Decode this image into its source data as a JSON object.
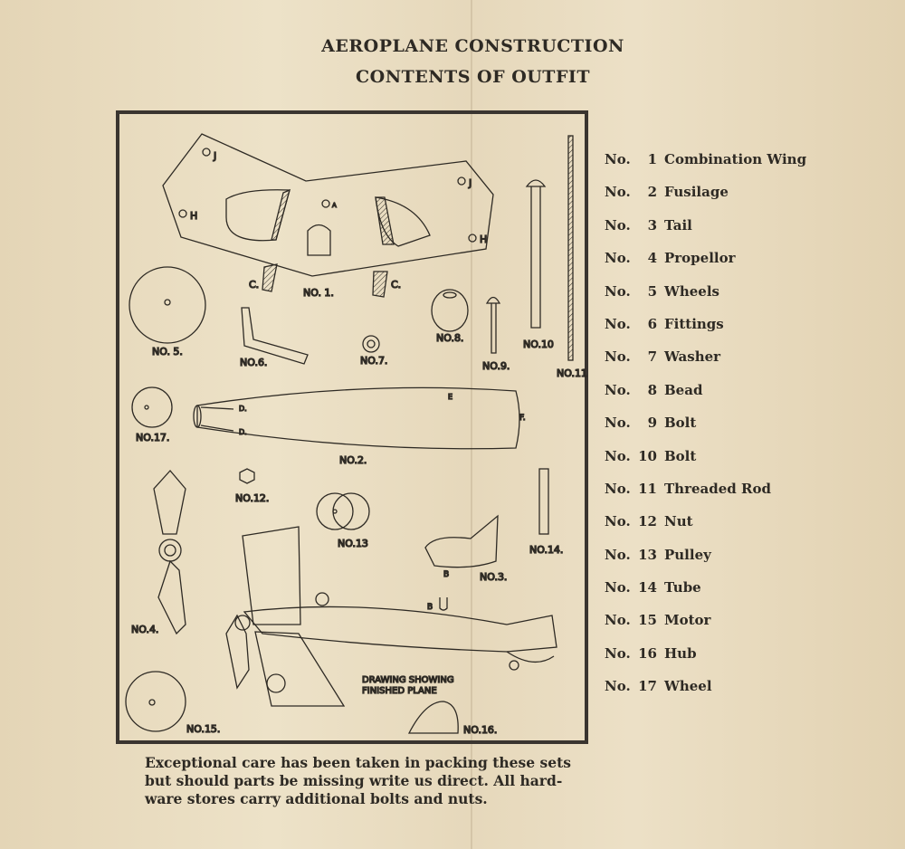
{
  "title_line1": "AEROPLANE CONSTRUCTION",
  "title_line2": "CONTENTS OF OUTFIT",
  "no_prefix": "No.",
  "parts": [
    {
      "num": "1",
      "name": "Combination Wing"
    },
    {
      "num": "2",
      "name": "Fusilage"
    },
    {
      "num": "3",
      "name": "Tail"
    },
    {
      "num": "4",
      "name": "Propellor"
    },
    {
      "num": "5",
      "name": "Wheels"
    },
    {
      "num": "6",
      "name": "Fittings"
    },
    {
      "num": "7",
      "name": "Washer"
    },
    {
      "num": "8",
      "name": "Bead"
    },
    {
      "num": "9",
      "name": "Bolt"
    },
    {
      "num": "10",
      "name": "Bolt"
    },
    {
      "num": "11",
      "name": "Threaded Rod"
    },
    {
      "num": "12",
      "name": "Nut"
    },
    {
      "num": "13",
      "name": "Pulley"
    },
    {
      "num": "14",
      "name": "Tube"
    },
    {
      "num": "15",
      "name": "Motor"
    },
    {
      "num": "16",
      "name": "Hub"
    },
    {
      "num": "17",
      "name": "Wheel"
    }
  ],
  "diagram": {
    "labels": {
      "no1": "NO. 1.",
      "c_left": "C.",
      "c_right": "C.",
      "j": "J",
      "h": "H",
      "a": "A",
      "no5": "NO. 5.",
      "no6": "NO.6.",
      "no7": "NO.7.",
      "no8": "NO.8.",
      "no9": "NO.9.",
      "no10": "NO.10",
      "no11": "NO.11",
      "no17": "NO.17.",
      "d": "D.",
      "e": "E",
      "f": "F.",
      "no2": "NO.2.",
      "no12": "NO.12.",
      "no13": "NO.13",
      "no14": "NO.14.",
      "b": "B",
      "no3": "NO.3.",
      "no4": "NO.4.",
      "no15": "NO.15.",
      "no16": "NO.16.",
      "caption1": "DRAWING SHOWING",
      "caption2": "FINISHED PLANE"
    }
  },
  "note": "Exceptional care has been taken in packing these sets but should parts be missing write us direct.  All hard-ware stores carry additional bolts and nuts."
}
